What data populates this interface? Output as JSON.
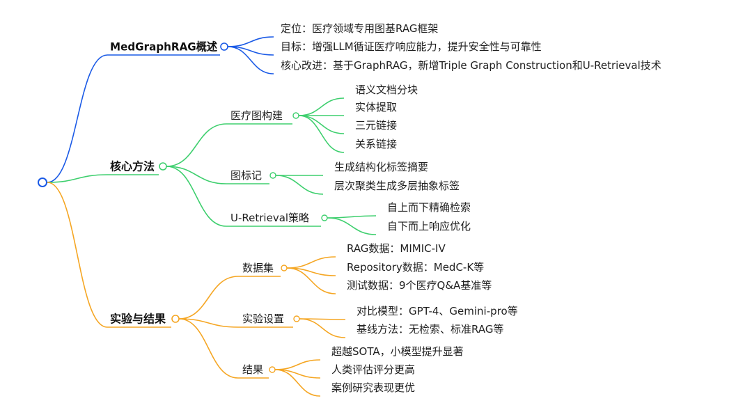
{
  "colors": {
    "blue": "#1a5ae6",
    "green": "#3ecf6e",
    "orange": "#f5a623"
  },
  "root": {
    "label": ""
  },
  "branches": [
    {
      "label": "MedGraphRAG概述",
      "color": "blue",
      "children": [
        {
          "label": "定位：医疗领域专用图基RAG框架"
        },
        {
          "label": "目标：增强LLM循证医疗响应能力，提升安全性与可靠性"
        },
        {
          "label": "核心改进：基于GraphRAG，新增Triple Graph Construction和U-Retrieval技术"
        }
      ]
    },
    {
      "label": "核心方法",
      "color": "green",
      "children": [
        {
          "label": "医疗图构建",
          "children": [
            "语义文档分块",
            "实体提取",
            "三元链接",
            "关系链接"
          ]
        },
        {
          "label": "图标记",
          "children": [
            "生成结构化标签摘要",
            "层次聚类生成多层抽象标签"
          ]
        },
        {
          "label": "U-Retrieval策略",
          "children": [
            "自上而下精确检索",
            "自下而上响应优化"
          ]
        }
      ]
    },
    {
      "label": "实验与结果",
      "color": "orange",
      "children": [
        {
          "label": "数据集",
          "children": [
            "RAG数据：MIMIC-IV",
            "Repository数据：MedC-K等",
            "测试数据：9个医疗Q&A基准等"
          ]
        },
        {
          "label": "实验设置",
          "children": [
            "对比模型：GPT-4、Gemini-pro等",
            "基线方法：无检索、标准RAG等"
          ]
        },
        {
          "label": "结果",
          "children": [
            "超越SOTA，小模型提升显著",
            "人类评估评分更高",
            "案例研究表现更优"
          ]
        }
      ]
    }
  ]
}
